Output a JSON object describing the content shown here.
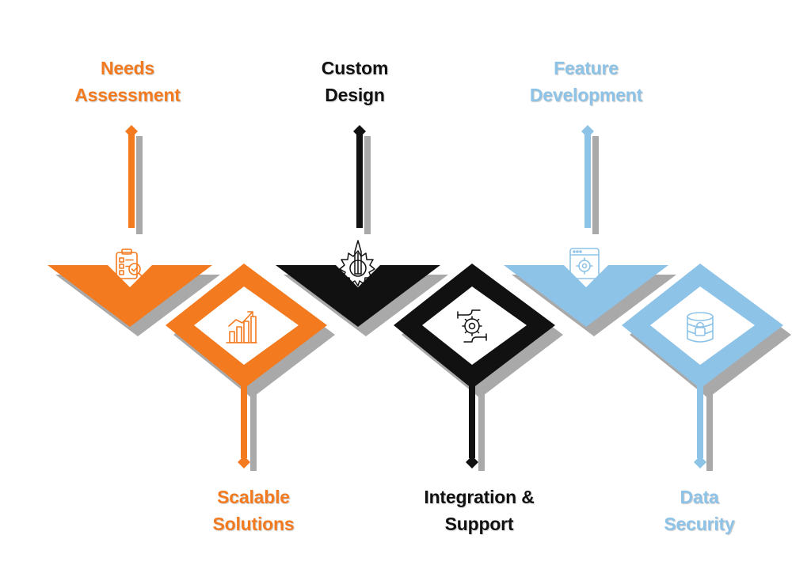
{
  "colors": {
    "orange": "#F37A1F",
    "black": "#111111",
    "blue": "#8EC3E8",
    "shadow": "#A9A9A9"
  },
  "steps": [
    {
      "line1": "Needs",
      "line2": "Assessment",
      "color": "orange",
      "icon": "checklist-magnifier-icon"
    },
    {
      "line1": "Scalable",
      "line2": "Solutions",
      "color": "orange",
      "icon": "bar-chart-growth-icon"
    },
    {
      "line1": "Custom",
      "line2": "Design",
      "color": "black",
      "icon": "gear-pen-icon"
    },
    {
      "line1": "Integration &",
      "line2": "Support",
      "color": "black",
      "icon": "hands-gear-icon"
    },
    {
      "line1": "Feature",
      "line2": "Development",
      "color": "blue",
      "icon": "browser-gear-icon"
    },
    {
      "line1": "Data",
      "line2": "Security",
      "color": "blue",
      "icon": "database-lock-icon"
    }
  ]
}
